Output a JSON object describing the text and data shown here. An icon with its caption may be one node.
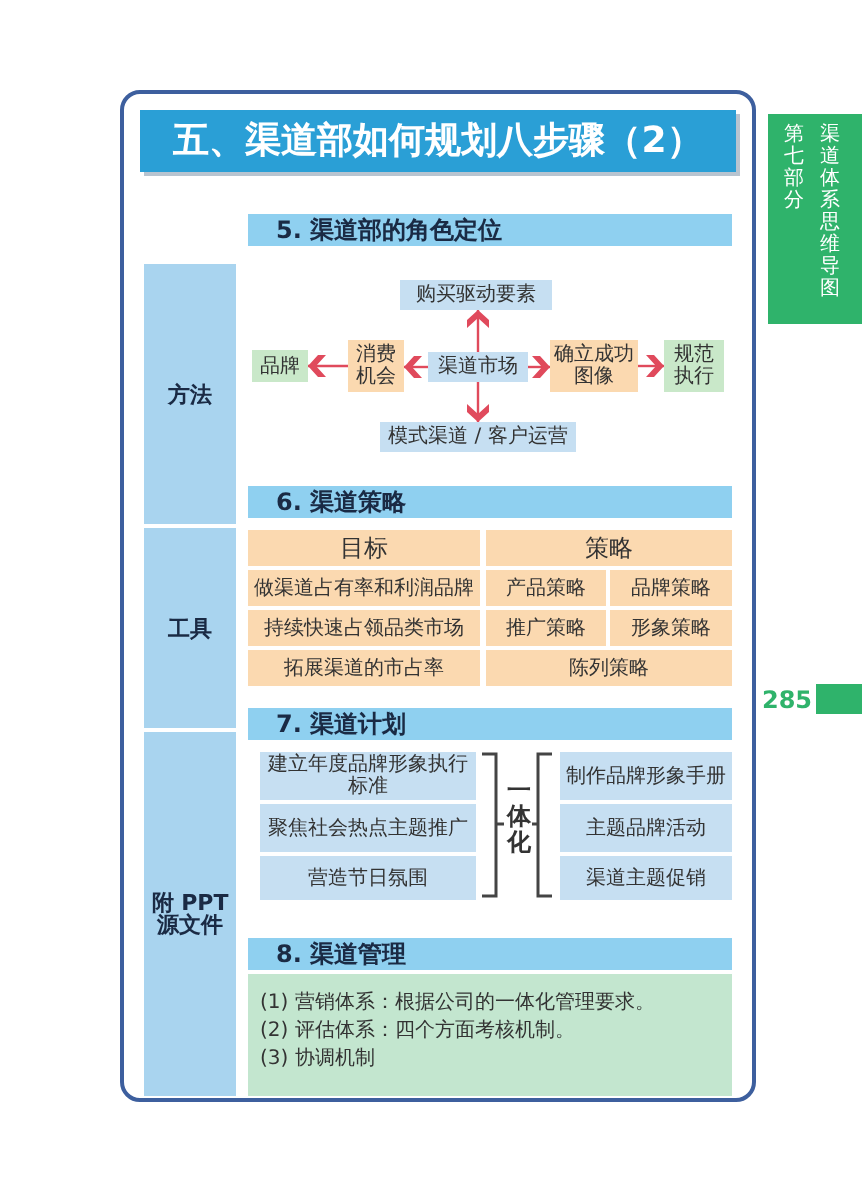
{
  "diagram": {
    "title": "五、渠道部如何规划八步骤（2）",
    "nodes": [
      {
        "text": [
          "购买驱动要素"
        ]
      },
      {
        "text": [
          "品牌"
        ]
      },
      {
        "text": [
          "消费机会"
        ]
      },
      {
        "text": [
          "渠道市场"
        ]
      },
      {
        "text": [
          "确立成功图像"
        ]
      },
      {
        "text": [
          "规范执行"
        ]
      },
      {
        "text": [
          "模式渠道 / 客户运营"
        ]
      }
    ],
    "edges": [
      {
        "from": 3,
        "to": 0,
        "arrow": "to"
      },
      {
        "from": 3,
        "to": 2,
        "arrow": "to"
      },
      {
        "from": 2,
        "to": 1,
        "arrow": "to"
      },
      {
        "from": 3,
        "to": 4,
        "arrow": "to"
      },
      {
        "from": 4,
        "to": 5,
        "arrow": "to"
      },
      {
        "from": 3,
        "to": 6,
        "arrow": "to"
      }
    ],
    "labels": [
      "第七部分",
      "渠道体系思维导图",
      "5. 渠道部的角色定位",
      "方法",
      "6. 渠道策略",
      "目标",
      "策略",
      "做渠道占有率和利润品牌",
      "产品策略",
      "品牌策略",
      "持续快速占领品类市场",
      "推广策略",
      "形象策略",
      "拓展渠道的市占率",
      "陈列策略",
      "工具",
      "285",
      "7. 渠道计划",
      "建立年度品牌形象执行标准",
      "制作品牌形象手册",
      "聚焦社会热点主题推广",
      "主题品牌活动",
      "营造节日氛围",
      "渠道主题促销",
      "一体化",
      "附 PPT 源文件",
      "8. 渠道管理",
      "(1) 营销体系：根据公司的一体化管理要求。",
      "(2) 评估体系：四个方面考核机制。",
      "(3) 协调机制"
    ]
  }
}
